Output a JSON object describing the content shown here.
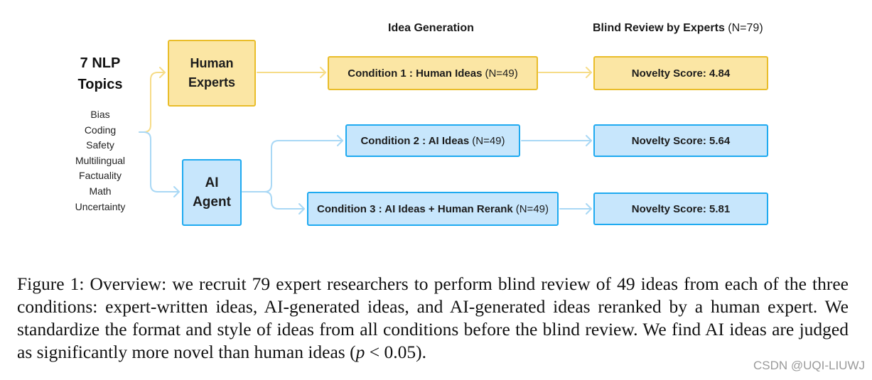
{
  "headers": {
    "idea_generation": "Idea Generation",
    "blind_review": "Blind Review by Experts",
    "blind_review_n": "(N=79)"
  },
  "topics": {
    "title_line1": "7 NLP",
    "title_line2": "Topics",
    "items": [
      "Bias",
      "Coding",
      "Safety",
      "Multilingual",
      "Factuality",
      "Math",
      "Uncertainty"
    ]
  },
  "sources": {
    "human": {
      "line1": "Human",
      "line2": "Experts"
    },
    "ai": {
      "line1": "AI",
      "line2": "Agent"
    }
  },
  "conditions": [
    {
      "label": "Condition 1 : Human Ideas",
      "n": "(N=49)"
    },
    {
      "label": "Condition 2 : AI Ideas",
      "n": "(N=49)"
    },
    {
      "label": "Condition 3 : AI Ideas + Human Rerank",
      "n": "(N=49)"
    }
  ],
  "scores": [
    {
      "label": "Novelty Score: 4.84",
      "value": 4.84
    },
    {
      "label": "Novelty Score: 5.64",
      "value": 5.64
    },
    {
      "label": "Novelty Score: 5.81",
      "value": 5.81
    }
  ],
  "caption": {
    "text_main": "Figure 1: Overview: we recruit 79 expert researchers to perform blind review of 49 ideas from each of the three conditions: expert-written ideas, AI-generated ideas, and AI-generated ideas reranked by a human expert. We standardize the format and style of ideas from all conditions before the blind review. We find AI ideas are judged as significantly more novel than human ideas (",
    "math_p": "p",
    "math_rest": " < 0.05)."
  },
  "watermark": "CSDN @UQI-LIUWJ",
  "colors": {
    "yellow_fill": "#fbe6a4",
    "yellow_border": "#e9bd2a",
    "yellow_arrow": "#f6dc88",
    "blue_fill": "#c7e6fc",
    "blue_border": "#1faaf0",
    "blue_arrow": "#a9d8f5"
  }
}
